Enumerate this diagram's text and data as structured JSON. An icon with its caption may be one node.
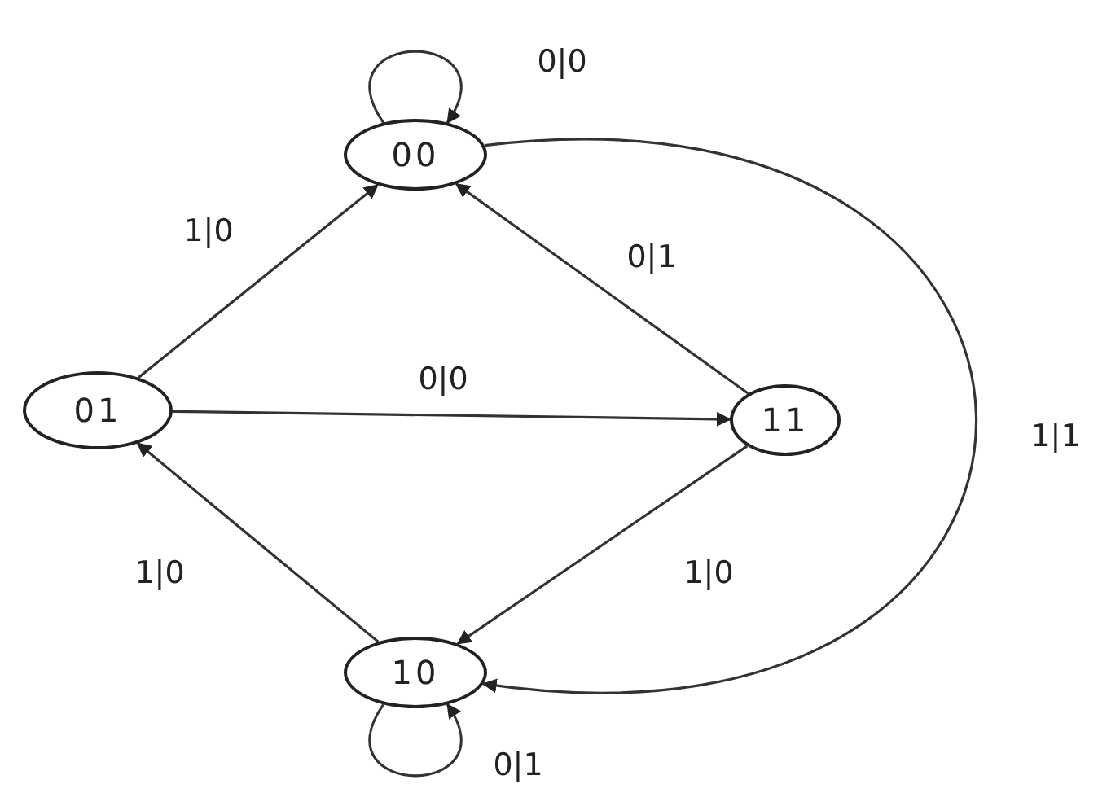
{
  "diagram": {
    "nodes": [
      {
        "text": [
          "00"
        ]
      },
      {
        "text": [
          "01"
        ]
      },
      {
        "text": [
          "11"
        ]
      },
      {
        "text": [
          "10"
        ]
      }
    ],
    "edges": [
      {
        "from": 0,
        "to": 0,
        "arrow": "to",
        "label": "0|0"
      },
      {
        "from": 1,
        "to": 0,
        "arrow": "to",
        "label": "1|0"
      },
      {
        "from": 2,
        "to": 0,
        "arrow": "to",
        "label": "0|1"
      },
      {
        "from": 1,
        "to": 2,
        "arrow": "to",
        "label": "0|0"
      },
      {
        "from": 2,
        "to": 3,
        "arrow": "to",
        "label": "1|0"
      },
      {
        "from": 0,
        "to": 3,
        "arrow": "to",
        "label": "1|1"
      },
      {
        "from": 3,
        "to": 1,
        "arrow": "to",
        "label": "1|0"
      },
      {
        "from": 3,
        "to": 3,
        "arrow": "to",
        "label": "0|1"
      }
    ]
  }
}
